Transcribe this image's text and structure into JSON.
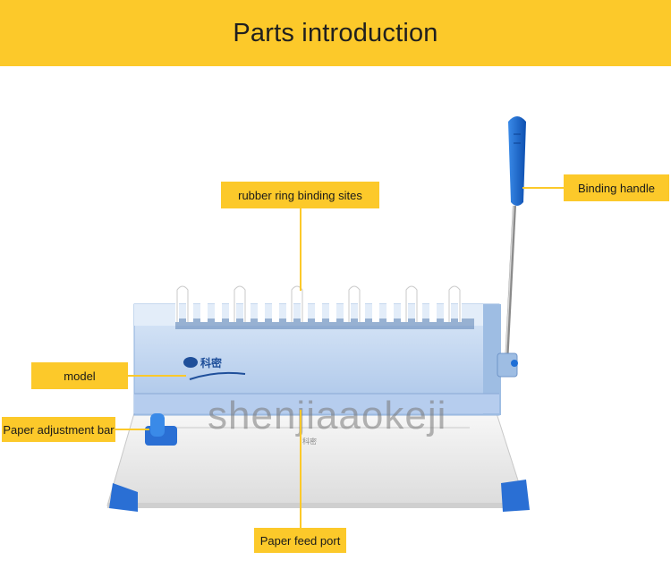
{
  "header": {
    "title": "Parts introduction"
  },
  "labels": {
    "rubber_ring": "rubber ring binding sites",
    "binding_handle": "Binding handle",
    "model": "model",
    "paper_adjustment": "Paper adjustment bar",
    "paper_feed": "Paper feed port"
  },
  "watermark": "shenjiaaokeji",
  "machine_logo": "科密",
  "colors": {
    "accent": "#fcc92a",
    "handle": "#1f6fd6",
    "body": "#c6dbf4"
  }
}
